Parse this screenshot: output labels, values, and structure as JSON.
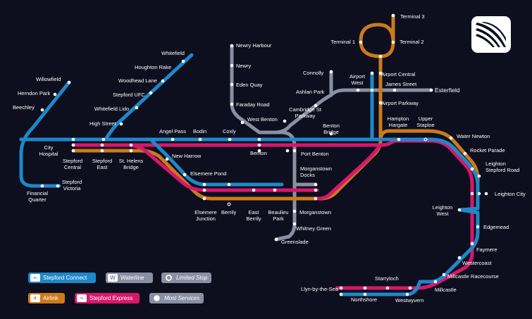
{
  "colors": {
    "background": "#0d0e1e",
    "stepford_connect": "#1e88c8",
    "waterline": "#8a8fa3",
    "airlink": "#cc7a1c",
    "stepford_express": "#d6186c",
    "limited_stop": "#8a8fa3",
    "most_services": "#8a8fa3"
  },
  "legend": {
    "stepford_connect": "Stepford Connect",
    "waterline": "Waterline",
    "limited_stop": "Limited Stop",
    "airlink": "Airlink",
    "stepford_express": "Stepford Express",
    "most_services": "Most Services",
    "waterline_icon_letter": "W"
  },
  "stations": {
    "terminal3": "Terminal 3",
    "terminal1": "Terminal 1",
    "terminal2": "Terminal 2",
    "newry_harbour": "Newry Harbour",
    "whitefield": "Whitefield",
    "houghton_rake": "Houghton Rake",
    "newry": "Newry",
    "woodhead_lane": "Woodhead Lane",
    "willowfield": "Willowfield",
    "eden_quay": "Eden Quay",
    "connolly": "Connolly",
    "airport_west": "Airport\nWest",
    "airport_central": "Airport Central",
    "stepford_ufc": "Stepford UFC",
    "herndon_park": "Herndon Park",
    "james_street": "James Street",
    "ashlan_park": "Ashlan Park",
    "esterfield": "Esterfield",
    "faraday_road": "Faraday Road",
    "airport_parkway": "Airport Parkway",
    "whitefield_lido": "Whitefield Lido",
    "beechley": "Beechley",
    "cambridge_st_parkway": "Cambridge St\nParkway",
    "west_benton": "West Benton",
    "hampton_hargate": "Hampton\nHargate",
    "upper_staploe": "Upper\nStaploe",
    "high_street": "High Street",
    "benton_bridge": "Benton\nBridge",
    "angel_pass": "Angel Pass",
    "bodin": "Bodin",
    "coxly": "Coxly",
    "water_newton": "Water Newton",
    "city_hospital": "City\nHospital",
    "rocket_parade": "Rocket Parade",
    "benton": "Benton",
    "port_benton": "Port Benton",
    "new_harrow": "New Harrow",
    "stepford_central": "Stepford\nCentral",
    "stepford_east": "Stepford\nEast",
    "st_helens_bridge": "St. Helens\nBridge",
    "leighton_stepford_road": "Leighton\nStepford Road",
    "morganstown_docks": "Morganstown\nDocks",
    "elsemere_pond": "Elsemere Pond",
    "leighton_city": "Leighton City",
    "stepford_victoria": "Stepford\nVictoria",
    "financial_quarter": "Financial\nQuarter",
    "leighton_west": "Leighton\nWest",
    "elsemere_junction": "Elsemere\nJunction",
    "berrily": "Berrily",
    "east_berrily": "East\nBerrily",
    "beaulieu_park": "Beaulieu\nPark",
    "morganstown": "Morganstown",
    "edgemead": "Edgemead",
    "whitney_green": "Whitney Green",
    "greenslade": "Greenslade",
    "faymere": "Faymere",
    "westercoast": "Westercoast",
    "millcastle_racecourse": "Millcastle Racecourse",
    "starryloch": "Starryloch",
    "llyn_by_the_sea": "Llyn-by-the-Sea",
    "millcastle": "Millcastle",
    "northshore": "Northshore",
    "westwyvern": "Westwyvern"
  }
}
